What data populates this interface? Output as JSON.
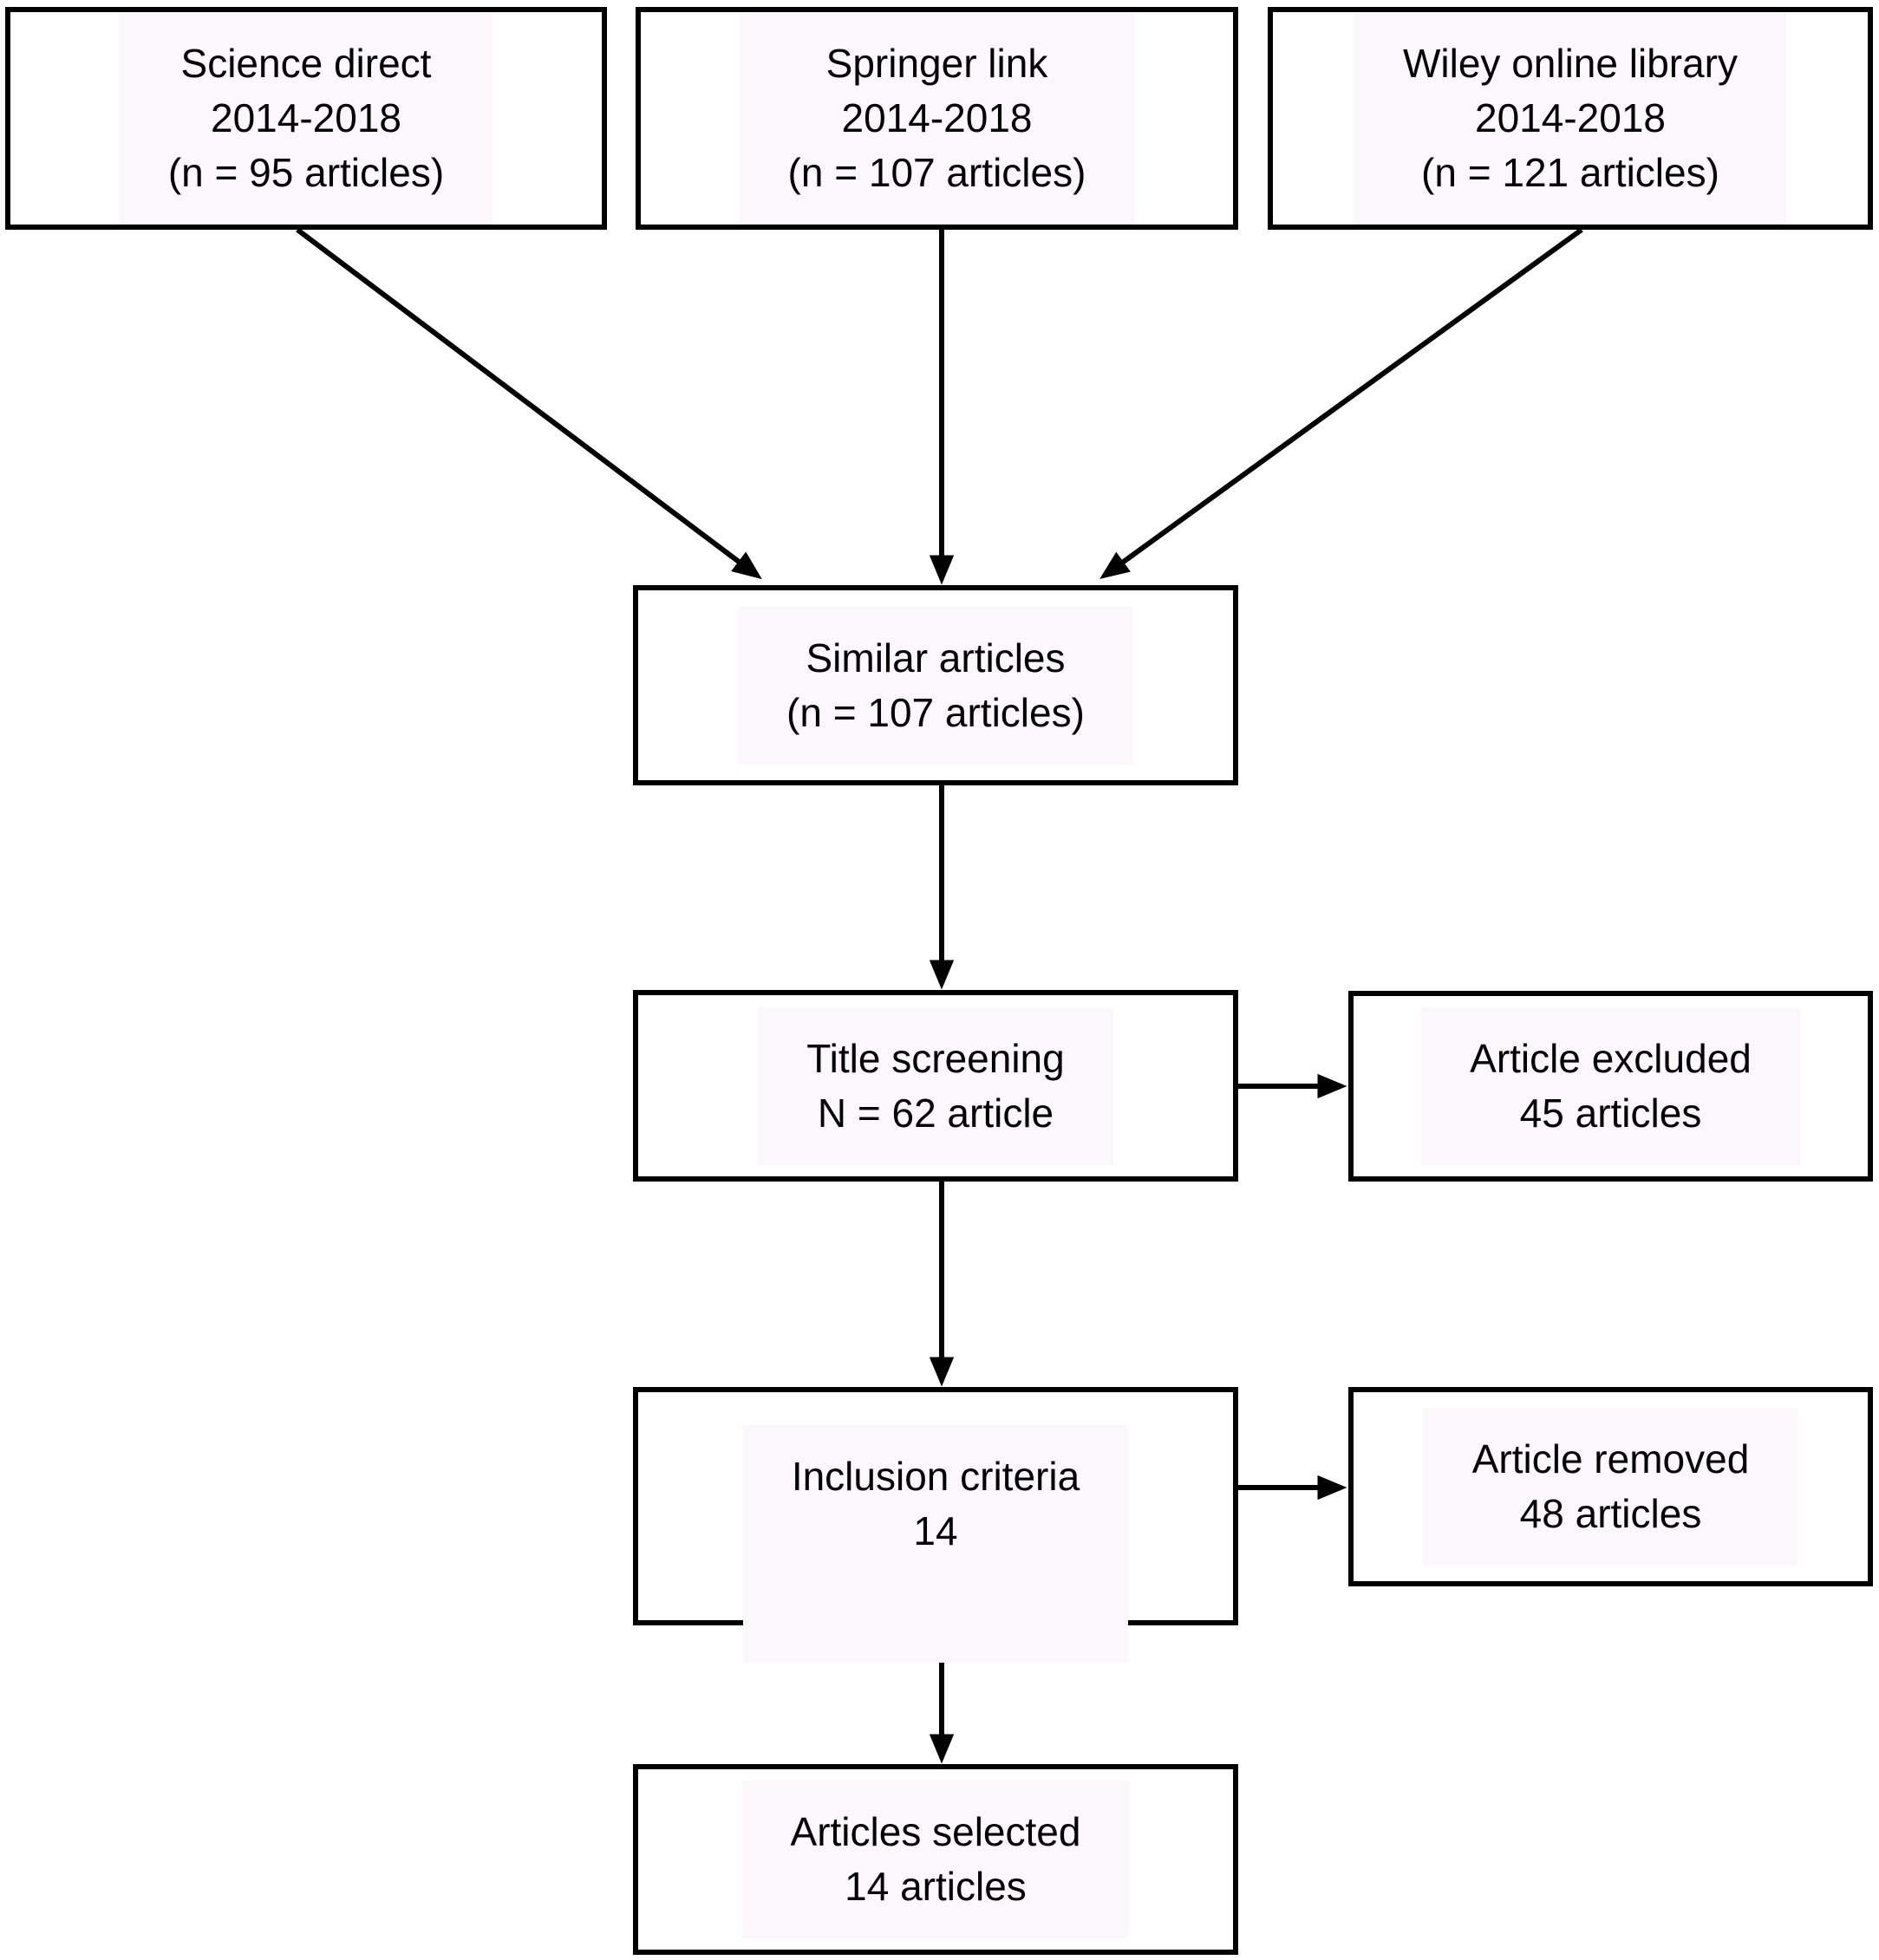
{
  "diagram": {
    "type": "flowchart",
    "description": "Article selection flow diagram from three databases to final selected articles",
    "boxes": {
      "science_direct": {
        "lines": [
          "Science direct",
          "2014-2018",
          "(n = 95 articles)"
        ]
      },
      "springer_link": {
        "lines": [
          "Springer link",
          "2014-2018",
          "(n = 107 articles)"
        ]
      },
      "wiley": {
        "lines": [
          "Wiley online library",
          "2014-2018",
          "(n = 121 articles)"
        ]
      },
      "similar_articles": {
        "lines": [
          "Similar articles",
          "(n = 107 articles)"
        ]
      },
      "title_screening": {
        "lines": [
          "Title screening",
          "N = 62 article"
        ]
      },
      "article_excluded": {
        "lines": [
          "Article excluded",
          "45 articles"
        ]
      },
      "inclusion_criteria": {
        "lines": [
          "Inclusion criteria",
          "14"
        ]
      },
      "article_removed": {
        "lines": [
          "Article removed",
          "48 articles"
        ]
      },
      "articles_selected": {
        "lines": [
          "Articles selected",
          "14 articles"
        ]
      }
    },
    "edges": [
      {
        "from": "science_direct",
        "to": "similar_articles"
      },
      {
        "from": "springer_link",
        "to": "similar_articles"
      },
      {
        "from": "wiley",
        "to": "similar_articles"
      },
      {
        "from": "similar_articles",
        "to": "title_screening"
      },
      {
        "from": "title_screening",
        "to": "article_excluded"
      },
      {
        "from": "title_screening",
        "to": "inclusion_criteria"
      },
      {
        "from": "inclusion_criteria",
        "to": "article_removed"
      },
      {
        "from": "inclusion_criteria",
        "to": "articles_selected"
      }
    ],
    "colors": {
      "border": "#000000",
      "text": "#000000",
      "arrow": "#000000",
      "box_fill": "#ffffff",
      "text_backdrop": "#fbf7fa",
      "background": "#ffffff"
    }
  }
}
